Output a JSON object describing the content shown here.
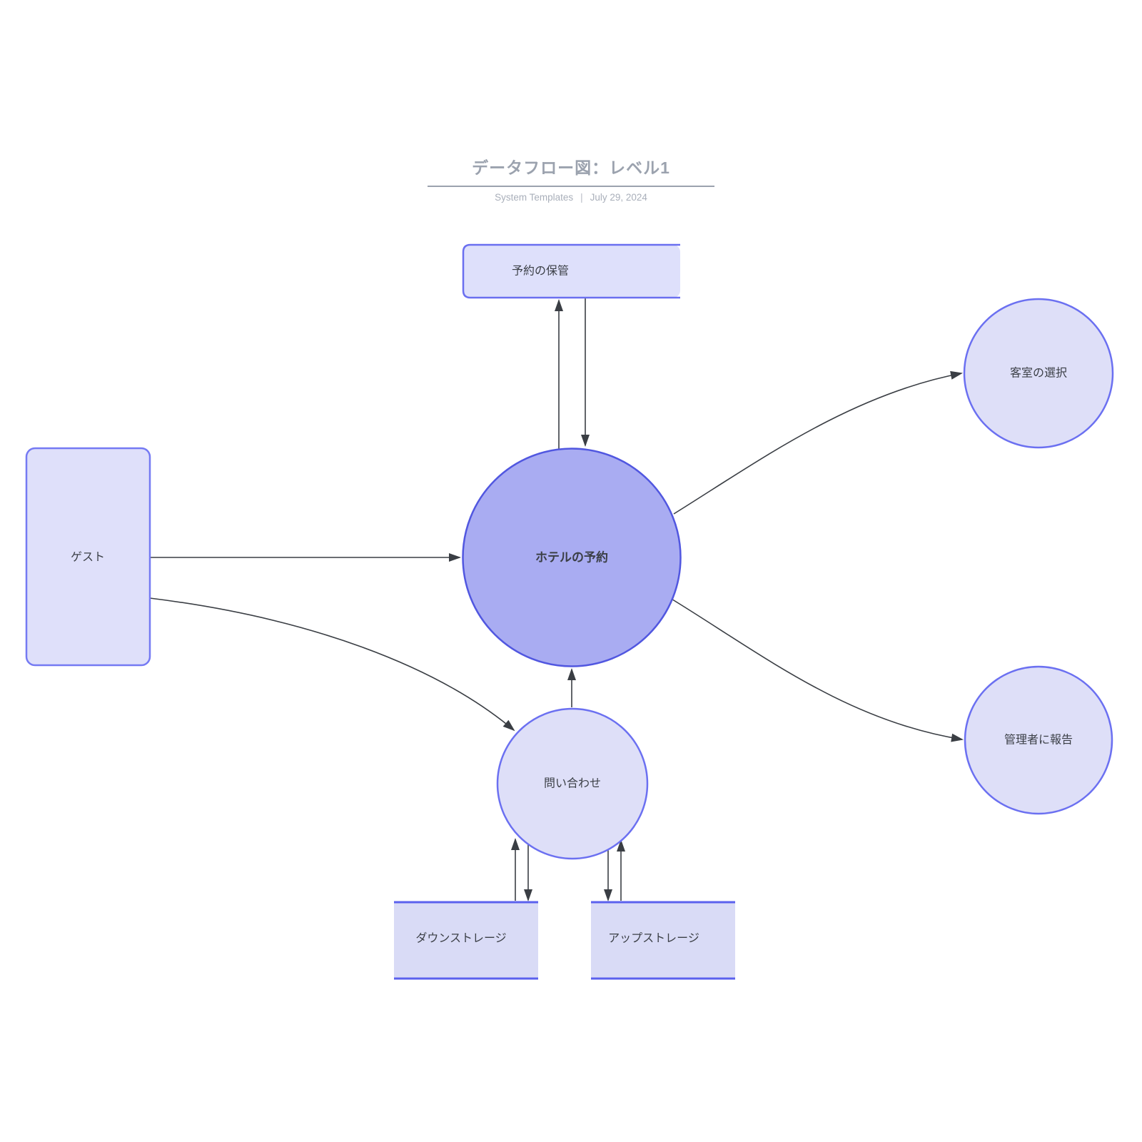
{
  "header": {
    "title": "データフロー図：レベル1",
    "meta": {
      "source": "System Templates",
      "separator": "|",
      "date": "July 29, 2024"
    }
  },
  "diagram": {
    "type": "data-flow-diagram-level-1",
    "nodes": {
      "reservation_store": {
        "label": "予約の保管",
        "shape": "open-right-rectangle"
      },
      "room_selection": {
        "label": "客室の選択",
        "shape": "circle"
      },
      "guest": {
        "label": "ゲスト",
        "shape": "rounded-rectangle"
      },
      "hotel_reservation": {
        "label": "ホテルの予約",
        "shape": "circle-primary"
      },
      "inquiry": {
        "label": "問い合わせ",
        "shape": "circle"
      },
      "report_admin": {
        "label": "管理者に報告",
        "shape": "circle"
      },
      "down_storage": {
        "label": "ダウンストレージ",
        "shape": "data-store-rectangle"
      },
      "up_storage": {
        "label": "アップストレージ",
        "shape": "data-store-rectangle"
      }
    },
    "edges": [
      {
        "id": "hotel-to-reservation-store",
        "from": "hotel_reservation",
        "to": "reservation_store"
      },
      {
        "id": "reservation-store-to-hotel",
        "from": "reservation_store",
        "to": "hotel_reservation"
      },
      {
        "id": "guest-to-hotel",
        "from": "guest",
        "to": "hotel_reservation"
      },
      {
        "id": "guest-to-inquiry",
        "from": "guest",
        "to": "inquiry"
      },
      {
        "id": "hotel-to-room-selection",
        "from": "hotel_reservation",
        "to": "room_selection"
      },
      {
        "id": "hotel-to-report-admin",
        "from": "hotel_reservation",
        "to": "report_admin"
      },
      {
        "id": "inquiry-to-hotel",
        "from": "inquiry",
        "to": "hotel_reservation"
      },
      {
        "id": "down-storage-to-inquiry",
        "from": "down_storage",
        "to": "inquiry"
      },
      {
        "id": "inquiry-to-down-storage",
        "from": "inquiry",
        "to": "down_storage"
      },
      {
        "id": "inquiry-to-up-storage",
        "from": "inquiry",
        "to": "up_storage"
      },
      {
        "id": "up-storage-to-inquiry",
        "from": "up_storage",
        "to": "inquiry"
      }
    ]
  },
  "colors": {
    "process_primary_fill": "#a9acf2",
    "process_primary_stroke": "#5157e0",
    "process_light_fill": "#dedff8",
    "process_light_stroke": "#6b70f1",
    "entity_fill": "#dfe0fa",
    "entity_stroke": "#757af3",
    "store_fill": "#d9dbf6",
    "store_stroke": "#5b61ee",
    "open_rect_fill": "#dee0fb",
    "open_rect_stroke": "#6a6ff0",
    "edge_color": "#3a3e44",
    "title_color": "#9ba2ae",
    "subtitle_color": "#a9afba"
  }
}
